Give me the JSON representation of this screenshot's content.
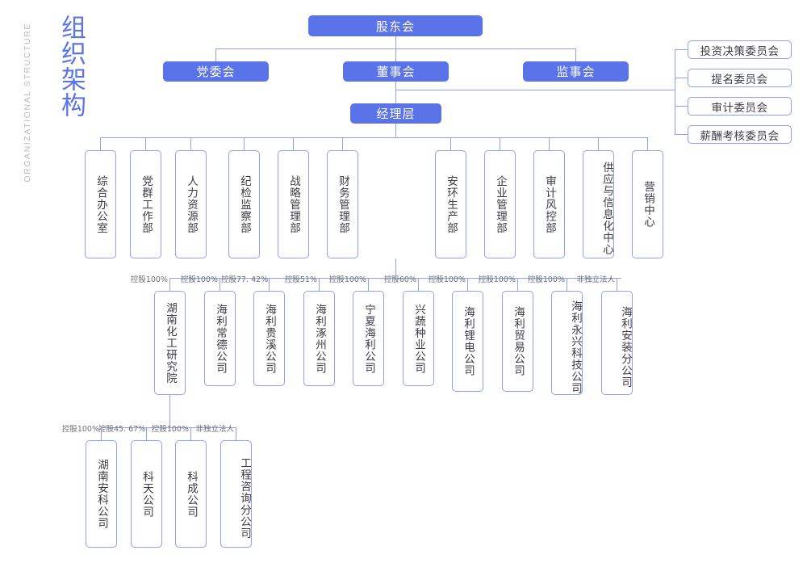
{
  "title": {
    "cn": "组织架构",
    "en": "ORGANIZATIONAL STRUCTURE"
  },
  "colors": {
    "accent": "#5b73e8",
    "line": "#8da2f0",
    "node_text": "#3b3b47",
    "ratio_text": "#6d6d78",
    "title_en": "#b8bcc8"
  },
  "chart_data": {
    "type": "diagram",
    "title": "组织架构",
    "subtitle": "ORGANIZATIONAL STRUCTURE"
  },
  "levels": {
    "shareholders": {
      "label": "股东会"
    },
    "governance": [
      {
        "label": "党委会"
      },
      {
        "label": "董事会"
      },
      {
        "label": "监事会"
      }
    ],
    "management": {
      "label": "经理层"
    },
    "committees": [
      {
        "label": "投资决策委员会"
      },
      {
        "label": "提名委员会"
      },
      {
        "label": "审计委员会"
      },
      {
        "label": "薪酬考核委员会"
      }
    ],
    "departments": [
      {
        "label": "综合办公室"
      },
      {
        "label": "党群工作部"
      },
      {
        "label": "人力资源部"
      },
      {
        "label": "纪检监察部"
      },
      {
        "label": "战略管理部"
      },
      {
        "label": "财务管理部"
      },
      {
        "label": "安环生产部"
      },
      {
        "label": "企业管理部"
      },
      {
        "label": "审计风控部"
      },
      {
        "label": "供应与信息化中心"
      },
      {
        "label": "营销中心"
      }
    ],
    "subsidiaries": [
      {
        "label": "湖南化工研究院",
        "ratio": "控股100%"
      },
      {
        "label": "海利常德公司",
        "ratio": "控股100%"
      },
      {
        "label": "海利贵溪公司",
        "ratio": "控股77. 42%"
      },
      {
        "label": "海利涿州公司",
        "ratio": "控股51%"
      },
      {
        "label": "宁夏海利公司",
        "ratio": "控股100%"
      },
      {
        "label": "兴蔬种业公司",
        "ratio": "控股60%"
      },
      {
        "label": "海利锂电公司",
        "ratio": "控股100%"
      },
      {
        "label": "海利贸易公司",
        "ratio": "控股100%"
      },
      {
        "label": "海利永兴科技公司",
        "ratio": "控股100%"
      },
      {
        "label": "海利安装分公司",
        "ratio": "非独立法人"
      }
    ],
    "sub_subsidiaries": [
      {
        "label": "湖南安科公司",
        "ratio": "控股100%"
      },
      {
        "label": "科天公司",
        "ratio": "控股45. 67%"
      },
      {
        "label": "科成公司",
        "ratio": "控股100%"
      },
      {
        "label": "工程咨询分公司",
        "ratio": "非独立法人"
      }
    ]
  }
}
